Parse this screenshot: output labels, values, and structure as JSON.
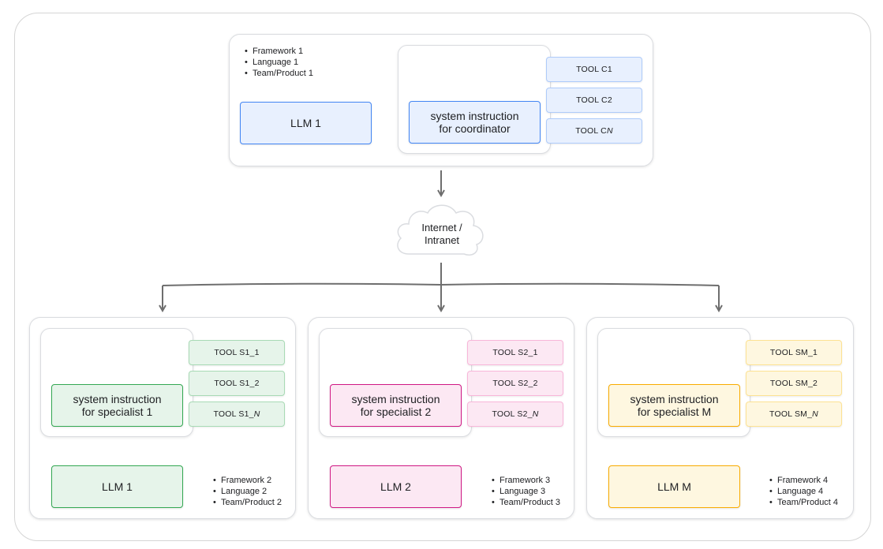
{
  "coordinator": {
    "bullets": [
      "Framework 1",
      "Language 1",
      "Team/Product 1"
    ],
    "llm_label": "LLM 1",
    "system_instruction": "system instruction\nfor coordinator",
    "tools": [
      "TOOL C1",
      "TOOL C2",
      "TOOL CN"
    ]
  },
  "network": {
    "label": "Internet /\nIntranet"
  },
  "specialists": [
    {
      "system_instruction": "system instruction\nfor specialist 1",
      "tools": [
        "TOOL S1_1",
        "TOOL S1_2",
        "TOOL S1_N"
      ],
      "llm_label": "LLM 1",
      "bullets": [
        "Framework 2",
        "Language 2",
        "Team/Product 2"
      ],
      "color": "#34a853"
    },
    {
      "system_instruction": "system instruction\nfor specialist 2",
      "tools": [
        "TOOL S2_1",
        "TOOL S2_2",
        "TOOL S2_N"
      ],
      "llm_label": "LLM 2",
      "bullets": [
        "Framework 3",
        "Language 3",
        "Team/Product 3"
      ],
      "color": "#d01884"
    },
    {
      "system_instruction": "system instruction\nfor specialist M",
      "tools": [
        "TOOL SM_1",
        "TOOL SM_2",
        "TOOL SM_N"
      ],
      "llm_label": "LLM M",
      "bullets": [
        "Framework 4",
        "Language 4",
        "Team/Product 4"
      ],
      "color": "#f9ab00"
    }
  ],
  "colors": {
    "coordinator": "#4285f4",
    "arrow": "#6e6e6e"
  }
}
